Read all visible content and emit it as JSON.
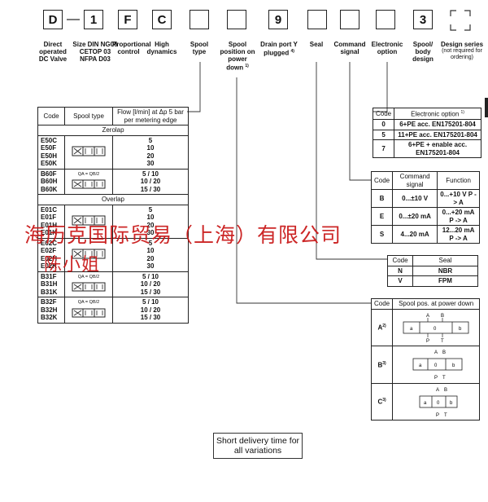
{
  "code_boxes": [
    "D",
    "1",
    "F",
    "C",
    "",
    "",
    "9",
    "",
    "",
    "",
    "3",
    ""
  ],
  "headers": [
    {
      "title": "Direct operated DC Valve",
      "note": ""
    },
    {
      "title": "Size DIN NG06 CETOP 03 NFPA D03",
      "note": ""
    },
    {
      "title": "Proportional control",
      "note": ""
    },
    {
      "title": "High dynamics",
      "note": ""
    },
    {
      "title": "Spool type",
      "note": ""
    },
    {
      "title": "Spool position on power down",
      "note": "1)"
    },
    {
      "title": "Drain port Y plugged",
      "note": "4)"
    },
    {
      "title": "Seal",
      "note": ""
    },
    {
      "title": "Command signal",
      "note": ""
    },
    {
      "title": "Electronic option",
      "note": ""
    },
    {
      "title": "Spool/ body design",
      "note": ""
    },
    {
      "title": "Design series",
      "note": "(not required for ordering)"
    }
  ],
  "spool_table": {
    "head": {
      "code": "Code",
      "type": "Spool type",
      "flow": "Flow [l/min] at Δp 5 bar per metering edge"
    },
    "zerolap_label": "Zerolap",
    "overlap_label": "Overlap",
    "ratio_label": "QA = QB/2",
    "groups": [
      {
        "codes": [
          "E50C",
          "E50F",
          "E50H",
          "E50K"
        ],
        "flows": [
          "5",
          "10",
          "20",
          "30"
        ],
        "ratio": false
      },
      {
        "codes": [
          "B60F",
          "B60H",
          "B60K"
        ],
        "flows": [
          "5 / 10",
          "10 / 20",
          "15 / 30"
        ],
        "ratio": true
      },
      {
        "codes": [
          "E01C",
          "E01F",
          "E01H",
          "E01K"
        ],
        "flows": [
          "5",
          "10",
          "20",
          "30"
        ],
        "ratio": false
      },
      {
        "codes": [
          "E02C",
          "E02F",
          "E02H",
          "E02K"
        ],
        "flows": [
          "5",
          "10",
          "20",
          "30"
        ],
        "ratio": false
      },
      {
        "codes": [
          "B31F",
          "B31H",
          "B31K"
        ],
        "flows": [
          "5 / 10",
          "10 / 20",
          "15 / 30"
        ],
        "ratio": true
      },
      {
        "codes": [
          "B32F",
          "B32H",
          "B32K"
        ],
        "flows": [
          "5 / 10",
          "10 / 20",
          "15 / 30"
        ],
        "ratio": true
      }
    ]
  },
  "electronic_table": {
    "head": {
      "code": "Code",
      "option": "Electronic option",
      "note": "1)"
    },
    "rows": [
      {
        "code": "0",
        "text": "6+PE acc. EN175201-804"
      },
      {
        "code": "5",
        "text": "11+PE acc. EN175201-804"
      },
      {
        "code": "7",
        "text": "6+PE + enable acc. EN175201-804"
      }
    ]
  },
  "command_table": {
    "head": {
      "code": "Code",
      "signal": "Command signal",
      "function": "Function"
    },
    "rows": [
      {
        "code": "B",
        "signal": "0...±10 V",
        "function": "0...+10 V P -> A"
      },
      {
        "code": "E",
        "signal": "0...±20 mA",
        "function": "0...+20 mA P -> A"
      },
      {
        "code": "S",
        "signal": "4...20 mA",
        "function": "12...20 mA P -> A"
      }
    ]
  },
  "seal_table": {
    "head": {
      "code": "Code",
      "seal": "Seal"
    },
    "rows": [
      {
        "code": "N",
        "seal": "NBR"
      },
      {
        "code": "V",
        "seal": "FPM"
      }
    ]
  },
  "position_table": {
    "head": {
      "code": "Code",
      "pos": "Spool pos. at power down"
    },
    "rows": [
      {
        "code": "A",
        "note": "2)"
      },
      {
        "code": "B",
        "note": "3)"
      },
      {
        "code": "C",
        "note": "3)"
      }
    ],
    "port_a": "A",
    "port_b": "B",
    "port_p": "P",
    "port_t": "T",
    "coil_a": "a",
    "coil_b": "b",
    "center": "0"
  },
  "delivery_note": "Short delivery time for all variations",
  "watermark": {
    "line1": "海历克国际贸易（上海）有限公司",
    "line2": "陈小姐"
  }
}
